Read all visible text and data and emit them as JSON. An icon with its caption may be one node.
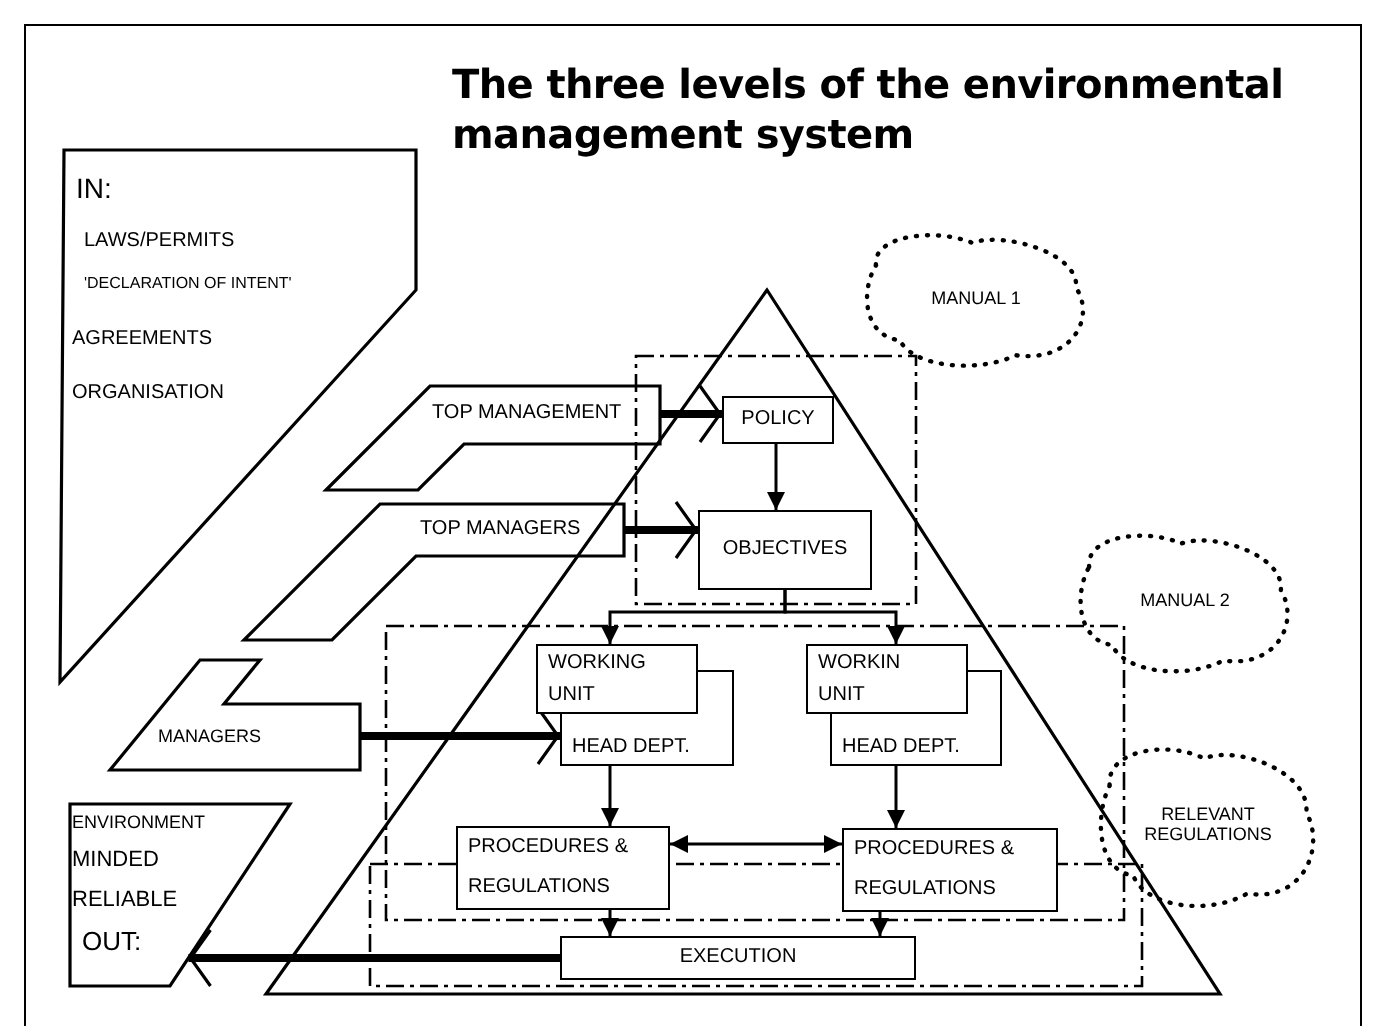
{
  "diagram": {
    "title": "The three levels of the environmental management system",
    "nodes": [
      {
        "text": [
          "IN:",
          "LAWS/PERMITS",
          "'DECLARATION OF INTENT'",
          "AGREEMENTS",
          "ORGANISATION"
        ]
      },
      {
        "text": [
          "TOP MANAGEMENT"
        ]
      },
      {
        "text": [
          "TOP MANAGERS"
        ]
      },
      {
        "text": [
          "MANAGERS"
        ]
      },
      {
        "text": [],
        "shape": "triangle"
      },
      {
        "text": [
          "POLICY"
        ],
        "in": 4
      },
      {
        "text": [
          "OBJECTIVES"
        ],
        "in": 4
      },
      {
        "text": [
          "WORKING UNIT",
          "HEAD DEPT."
        ],
        "in": 4
      },
      {
        "text": [
          "WORKIN UNIT",
          "HEAD DEPT."
        ],
        "in": 4
      },
      {
        "text": [
          "PROCEDURES & REGULATIONS"
        ],
        "in": 4
      },
      {
        "text": [
          "PROCEDURES & REGULATIONS"
        ],
        "in": 4
      },
      {
        "text": [
          "EXECUTION"
        ],
        "in": 4
      },
      {
        "text": [
          "ENVIRONMENT",
          "MINDED",
          "RELIABLE",
          "OUT:"
        ]
      },
      {
        "text": [
          "MANUAL 1"
        ]
      },
      {
        "text": [
          "MANUAL 2"
        ]
      },
      {
        "text": [
          "RELEVANT REGULATIONS"
        ]
      }
    ],
    "edges": [
      {
        "from": 5,
        "to": 6,
        "arrow": "to"
      },
      {
        "from": 6,
        "to": 7,
        "arrow": "to"
      },
      {
        "from": 6,
        "to": 8,
        "arrow": "to"
      },
      {
        "from": 7,
        "to": 9,
        "arrow": "to"
      },
      {
        "from": 8,
        "to": 10,
        "arrow": "to"
      },
      {
        "from": 9,
        "to": 10,
        "arrow": "both"
      },
      {
        "from": 9,
        "to": 11,
        "arrow": "to"
      },
      {
        "from": 10,
        "to": 11,
        "arrow": "to"
      },
      {
        "from": 1,
        "to": 5,
        "arrow": "to",
        "style": "thick"
      },
      {
        "from": 2,
        "to": 6,
        "arrow": "to",
        "style": "thick"
      },
      {
        "from": 3,
        "to": 7,
        "arrow": "to",
        "style": "thick"
      },
      {
        "from": 11,
        "to": 12,
        "arrow": "to",
        "style": "thick"
      }
    ]
  }
}
